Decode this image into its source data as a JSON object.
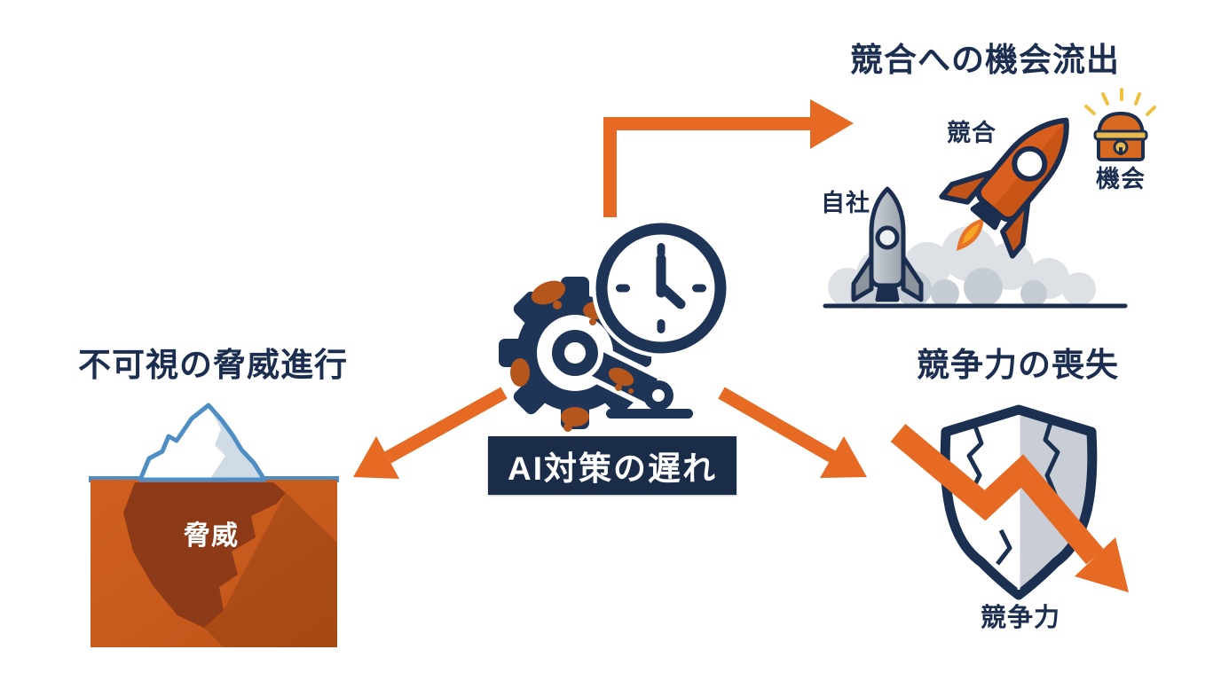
{
  "center": {
    "label": "AI対策の遅れ",
    "icon": "rusty-gear-clock-icon"
  },
  "branch_top_right": {
    "heading": "競合への機会流出",
    "competitor_label": "競合",
    "own_company_label": "自社",
    "opportunity_label": "機会"
  },
  "branch_bottom_left": {
    "heading": "不可視の脅威進行",
    "threat_label": "脅威"
  },
  "branch_bottom_right": {
    "heading": "競争力の喪失",
    "competitiveness_label": "競争力"
  },
  "icons": {
    "rusty-gear-clock-icon": "rusted gear with clock (delay)",
    "rocket-orange-icon": "competitor rocket launching",
    "rocket-gray-icon": "own company rocket grounded",
    "treasure-chest-icon": "opportunity chest with sparkles",
    "iceberg-icon": "iceberg with hidden underwater threat",
    "cracked-shield-icon": "cracked shield",
    "declining-arrow-icon": "orange zigzag declining arrow"
  },
  "colors": {
    "orange": "#e66a23",
    "navy": "#1b2e4f",
    "rust": "#b5571c",
    "water_orange": "#cc5d1e",
    "underwater_iceberg": "#8c3a17",
    "ice_blue_outline": "#4e8ec4",
    "shield_gray": "#c9ced6",
    "smoke_gray": "#d9dde2",
    "gold": "#eab94d"
  }
}
